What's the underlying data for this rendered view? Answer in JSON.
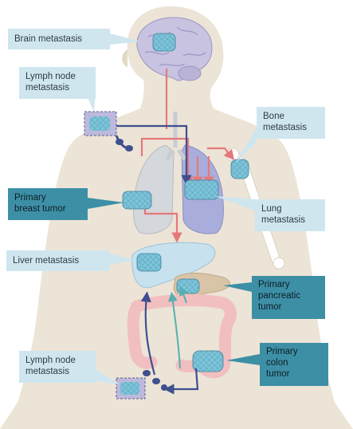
{
  "labels": {
    "brain_metastasis": "Brain metastasis",
    "lymph_node_top": "Lymph node\nmetastasis",
    "bone_metastasis": "Bone\nmetastasis",
    "primary_breast_tumor": "Primary\nbreast tumor",
    "lung_metastasis": "Lung\nmetastasis",
    "liver_metastasis": "Liver metastasis",
    "primary_pancreatic_tumor": "Primary\npancreatic\ntumor",
    "primary_colon_tumor": "Primary\ncolon\ntumor",
    "lymph_node_bottom": "Lymph node\nmetastasis"
  },
  "colors": {
    "body_fill": "#ece4d6",
    "light_callout": "#cfe6ef",
    "dark_callout": "#3d8fa6",
    "blood_red_arrow": "#e4797b",
    "lymph_blue_arrow": "#3f4f8f",
    "teal_arrow": "#55b0b0",
    "tumor_cluster": "#7cc4da",
    "brain": "#c8c3e0",
    "lung_left": "#d4d7db",
    "lung_right": "#a8addb",
    "liver": "#c7e1ef",
    "pancreas": "#d9c4a8",
    "colon": "#f2bfc0"
  }
}
